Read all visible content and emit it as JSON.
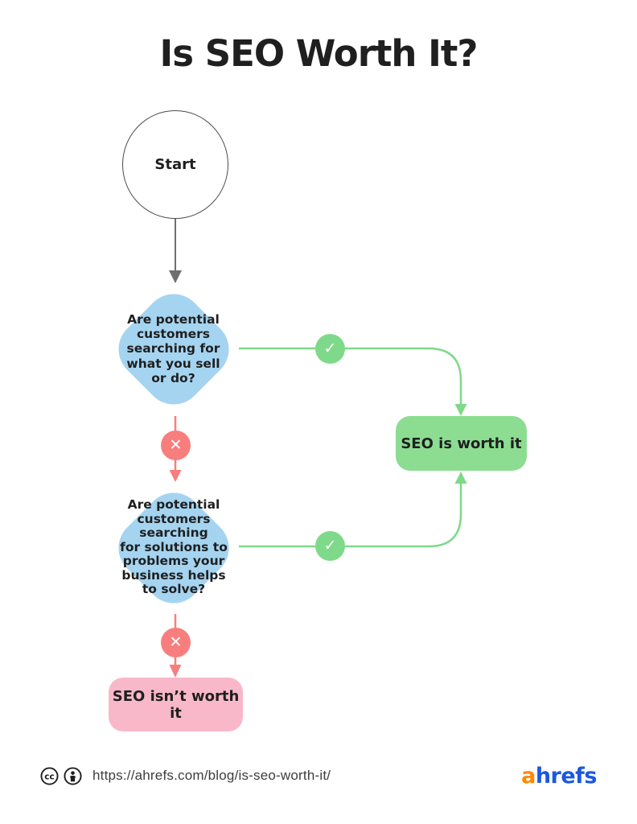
{
  "title": "Is SEO Worth It?",
  "flow": {
    "start": {
      "label": "Start"
    },
    "decision1": {
      "text": "Are potential\ncustomers\nsearching for\nwhat you sell\nor do?"
    },
    "decision2": {
      "text": "Are potential\ncustomers\nsearching\nfor solutions to\nproblems your\nbusiness helps\nto solve?"
    },
    "yes_result": {
      "label": "SEO is worth it"
    },
    "no_result": {
      "label": "SEO isn’t worth it"
    },
    "yes_glyph": "✓",
    "no_glyph": "✕",
    "edges": [
      {
        "from": "start",
        "to": "decision1",
        "type": "neutral"
      },
      {
        "from": "decision1",
        "to": "yes_result",
        "type": "yes"
      },
      {
        "from": "decision1",
        "to": "decision2",
        "type": "no"
      },
      {
        "from": "decision2",
        "to": "yes_result",
        "type": "yes"
      },
      {
        "from": "decision2",
        "to": "no_result",
        "type": "no"
      }
    ]
  },
  "footer": {
    "license_icons": [
      "cc-icon",
      "attribution-icon"
    ],
    "url": "https://ahrefs.com/blog/is-seo-worth-it/",
    "logo": {
      "part1": "a",
      "part2": "hrefs"
    }
  },
  "colors": {
    "ink": "#1f1f1f",
    "blue": "#a5d4f1",
    "green": "#7fd98a",
    "greenBox": "#8cdd92",
    "red": "#f87e7e",
    "pink": "#f9b8c9",
    "gray": "#6f6f6f",
    "urlGray": "#3d3d3d",
    "logoOrange": "#ff8800",
    "logoBlue": "#1c58dd",
    "bg": "#ffffff"
  }
}
